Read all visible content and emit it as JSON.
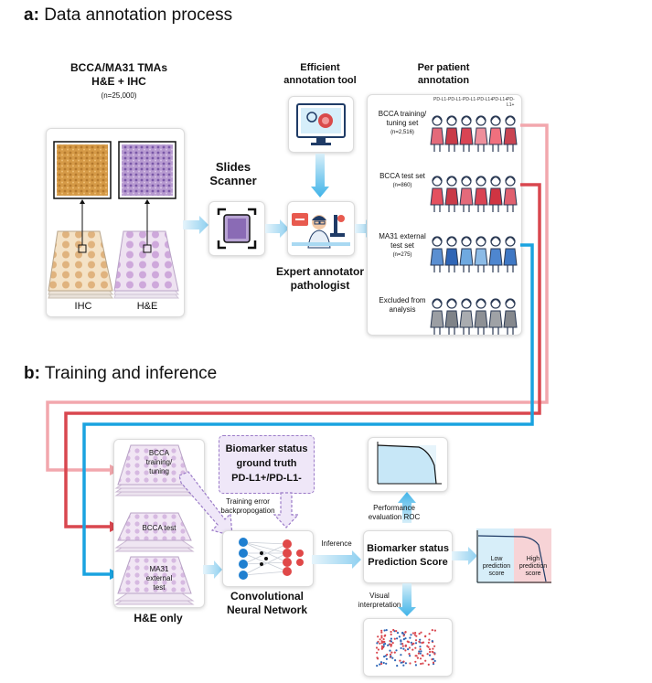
{
  "panel_a": {
    "letter": "a:",
    "title": "Data annotation process",
    "tmas_title_1": "BCCA/MA31 TMAs",
    "tmas_title_2": "H&E + IHC",
    "tmas_n": "(n=25,000)",
    "ihc_label": "IHC",
    "he_label": "H&E",
    "scanner_title_1": "Slides",
    "scanner_title_2": "Scanner",
    "tool_title_1": "Efficient",
    "tool_title_2": "annotation tool",
    "expert_1": "Expert annotator",
    "expert_2": "pathologist",
    "per_patient_1": "Per patient",
    "per_patient_2": "annotation",
    "status_headers": [
      "PD-L1-",
      "PD-L1-",
      "PD-L1-",
      "PD-L1+",
      "PD-L1+",
      "PD-L1+"
    ],
    "groups": [
      {
        "name_1": "BCCA training/",
        "name_2": "tuning set",
        "n": "(n=2,516)",
        "colors": [
          "#e36a7a",
          "#c93b48",
          "#d94453",
          "#ee8f9b",
          "#f0707e",
          "#c94452"
        ]
      },
      {
        "name_1": "BCCA test set",
        "name_2": "",
        "n": "(n=860)",
        "colors": [
          "#e4505f",
          "#c93b48",
          "#e36a7a",
          "#d94453",
          "#cf3442",
          "#e0606f"
        ]
      },
      {
        "name_1": "MA31 external",
        "name_2": "test set",
        "n": "(n=275)",
        "colors": [
          "#5b8fd1",
          "#2f65b5",
          "#6fa9e0",
          "#8cbbe6",
          "#4e86cf",
          "#3f78c4"
        ]
      },
      {
        "name_1": "Excluded from",
        "name_2": "analysis",
        "n": "",
        "colors": [
          "#9b9ea3",
          "#7f8388",
          "#a9acb0",
          "#8d9095",
          "#9fa2a6",
          "#85888d"
        ]
      }
    ]
  },
  "panel_b": {
    "letter": "b:",
    "title": "Training and inference",
    "slide_bcca_train": [
      "BCCA",
      "training/",
      "tuning"
    ],
    "slide_bcca_test": "BCCA test",
    "slide_ma31": [
      "MA31",
      "external",
      "test"
    ],
    "he_only": "H&E only",
    "ground_truth": [
      "Biomarker status",
      "ground truth",
      "PD-L1+/PD-L1-"
    ],
    "backprop": [
      "Training error",
      "backpropogation"
    ],
    "cnn_1": "Convolutional",
    "cnn_2": "Neural Network",
    "inference": "Inference",
    "perf": [
      "Performance",
      "evaluation ROC"
    ],
    "pred_1": "Biomarker status",
    "pred_2": "Prediction Score",
    "visual": [
      "Visual",
      "interpretation"
    ],
    "low_score": [
      "Low",
      "prediction",
      "score"
    ],
    "high_score": [
      "High",
      "prediction",
      "score"
    ]
  },
  "colors": {
    "pink": "#f2a7ad",
    "red": "#d9474f",
    "blue": "#1aa3e0",
    "light_blue_arrow": "#a9d9f2",
    "purple": "#9b7bc8"
  }
}
